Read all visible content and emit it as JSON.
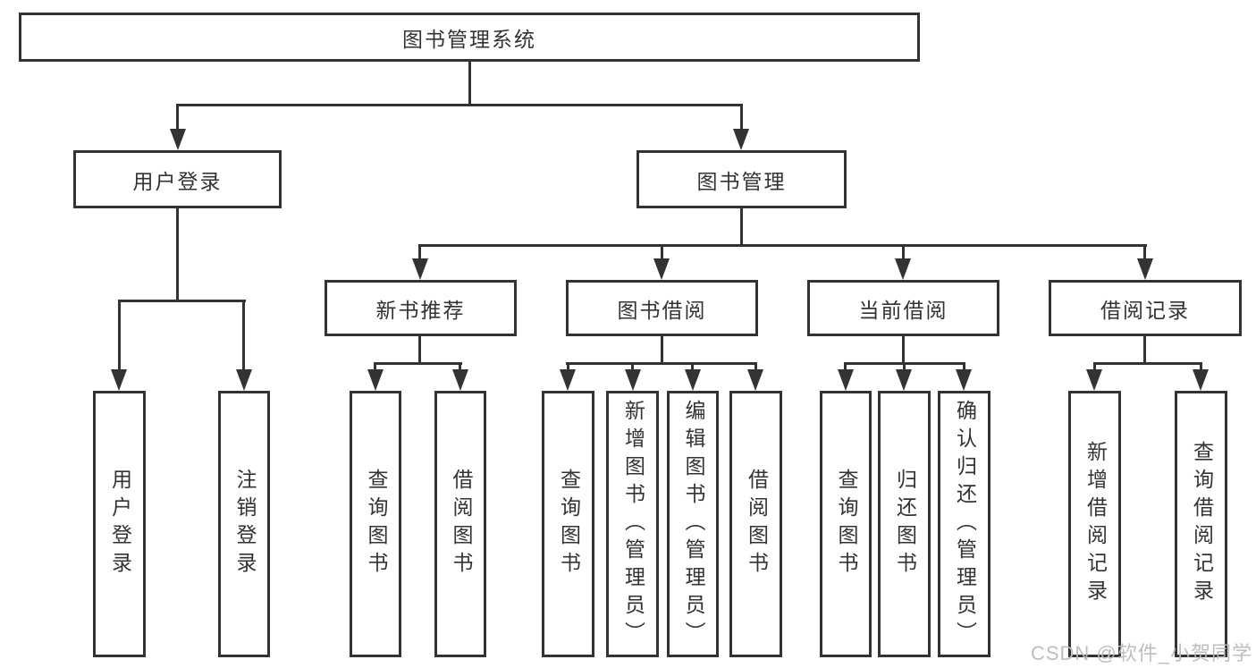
{
  "root": "图书管理系统",
  "level2": {
    "user_login": "用户登录",
    "book_management": "图书管理"
  },
  "level3": {
    "new_book_recommend": "新书推荐",
    "book_borrowing": "图书借阅",
    "current_borrowing": "当前借阅",
    "borrowing_records": "借阅记录"
  },
  "leaves": {
    "user_login": "用户登录",
    "logout": "注销登录",
    "recommend_query_books": "查询图书",
    "recommend_borrow_books": "借阅图书",
    "borrow_query_books": "查询图书",
    "borrow_add_books": "新增图书（管理员）",
    "borrow_edit_books": "编辑图书（管理员）",
    "borrow_borrow_books": "借阅图书",
    "current_query_books": "查询图书",
    "current_return_books": "归还图书",
    "current_confirm_return": "确认归还（管理员）",
    "records_add_record": "新增借阅记录",
    "records_query_record": "查询借阅记录"
  },
  "watermark": "CSDN @软件_小贺同学",
  "colors": {
    "line": "#333333",
    "text": "#333333",
    "background": "#ffffff",
    "watermark": "#bababa"
  }
}
